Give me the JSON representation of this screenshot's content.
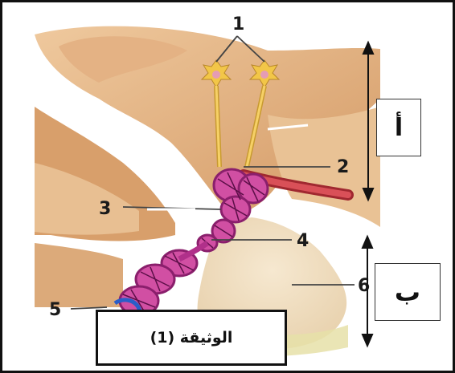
{
  "labels": {
    "n1": "1",
    "n2": "2",
    "n3": "3",
    "n4": "4",
    "n5": "5",
    "n6": "6"
  },
  "region_a": "أ",
  "region_b": "ب",
  "caption": "الوثيقة (1)",
  "colors": {
    "tissue": "#d9a06b",
    "tissue_light": "#efc99e",
    "pituitary_posterior": "#eedcc0",
    "vessel": "#c0404a",
    "portal_network": "#b0308a",
    "neuron": "#f0c040"
  }
}
